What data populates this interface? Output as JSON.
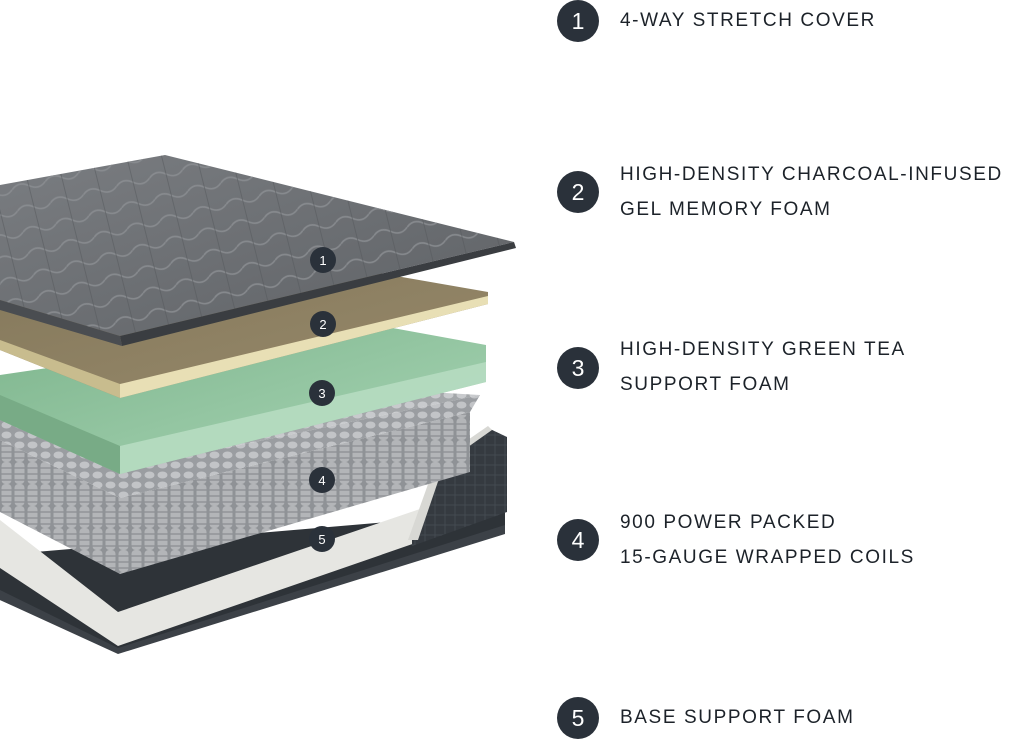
{
  "layers": [
    {
      "id": 1,
      "badge": "1",
      "lines": [
        "4-WAY STRETCH COVER"
      ]
    },
    {
      "id": 2,
      "badge": "2",
      "lines": [
        "HIGH-DENSITY CHARCOAL-INFUSED",
        "GEL MEMORY FOAM"
      ]
    },
    {
      "id": 3,
      "badge": "3",
      "lines": [
        "HIGH-DENSITY GREEN TEA",
        "SUPPORT FOAM"
      ]
    },
    {
      "id": 4,
      "badge": "4",
      "lines": [
        "900 POWER PACKED",
        "15-GAUGE WRAPPED COILS"
      ]
    },
    {
      "id": 5,
      "badge": "5",
      "lines": [
        "BASE SUPPORT FOAM"
      ]
    }
  ],
  "colors": {
    "badge": "#2a313a",
    "label_text": "#1c2229",
    "cover": "#6c6f73",
    "memory_foam": "#8a7e62",
    "green_tea_foam": "#8fc09c",
    "coils": "#a7a9ad",
    "base_foam": "#e4e4e0",
    "base_shell": "#34393f"
  }
}
